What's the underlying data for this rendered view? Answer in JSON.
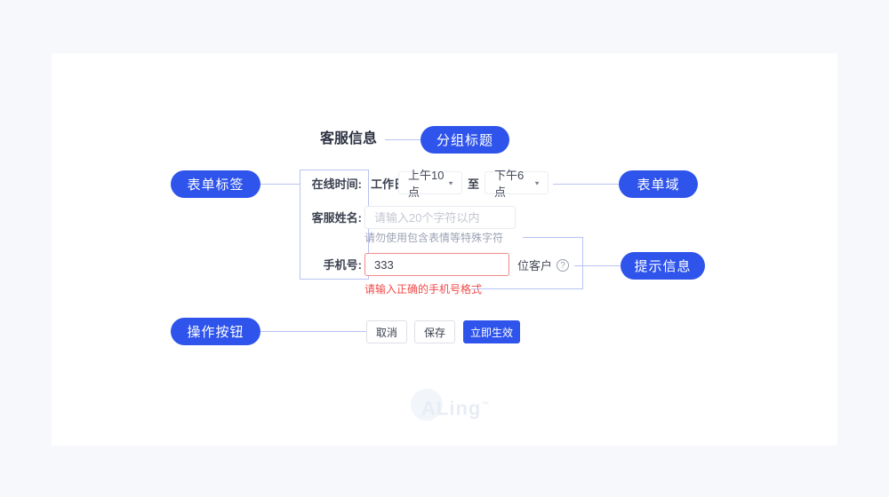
{
  "annotations": {
    "group_title": {
      "label": "分组标题"
    },
    "form_label": {
      "label": "表单标签"
    },
    "form_field": {
      "label": "表单域"
    },
    "hint_info": {
      "label": "提示信息"
    },
    "action_buttons": {
      "label": "操作按钮"
    }
  },
  "form": {
    "section_title": "客服信息",
    "online_time": {
      "label": "在线时间:",
      "day_text": "工作日",
      "start_value": "上午10点",
      "joiner": "至",
      "end_value": "下午6点"
    },
    "agent_name": {
      "label": "客服姓名:",
      "placeholder": "请输入20个字符以内",
      "hint": "请勿使用包含表情等特殊字符"
    },
    "phone": {
      "label": "手机号:",
      "value": "333",
      "suffix": "位客户",
      "error": "请输入正确的手机号格式"
    },
    "buttons": {
      "cancel": "取消",
      "save": "保存",
      "apply": "立即生效"
    }
  },
  "icons": {
    "dropdown_caret": "▼",
    "help": "?"
  },
  "watermark": {
    "text": "ALing",
    "tm": "™"
  },
  "colors": {
    "accent": "#2f54eb",
    "connector": "#b9c2f2",
    "error": "#f04b49",
    "hint": "#9da3b4",
    "placeholder": "#c3c7d1"
  }
}
